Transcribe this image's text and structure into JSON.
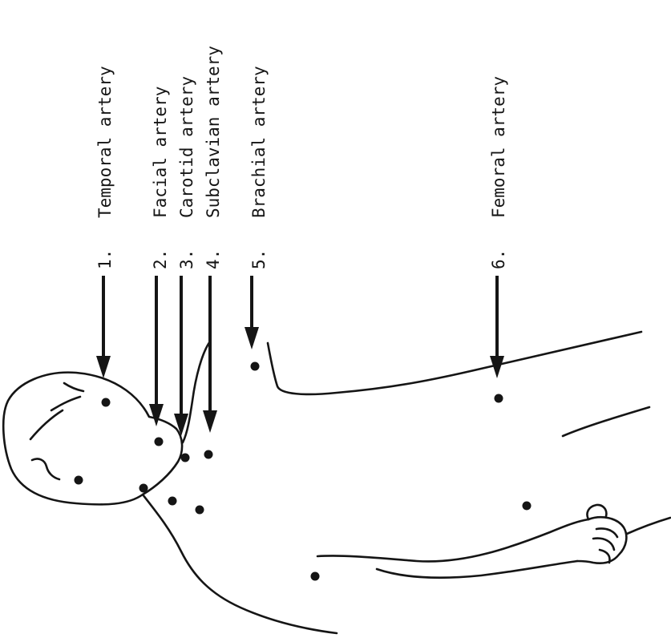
{
  "pulse_points": [
    {
      "number": "1.",
      "label": "Temporal artery"
    },
    {
      "number": "2.",
      "label": "Facial artery"
    },
    {
      "number": "3.",
      "label": "Carotid artery"
    },
    {
      "number": "4.",
      "label": "Subclavian artery"
    },
    {
      "number": "5.",
      "label": "Brachial artery"
    },
    {
      "number": "6.",
      "label": "Femoral artery"
    }
  ],
  "colors": {
    "ink": "#151515",
    "background": "#ffffff"
  }
}
